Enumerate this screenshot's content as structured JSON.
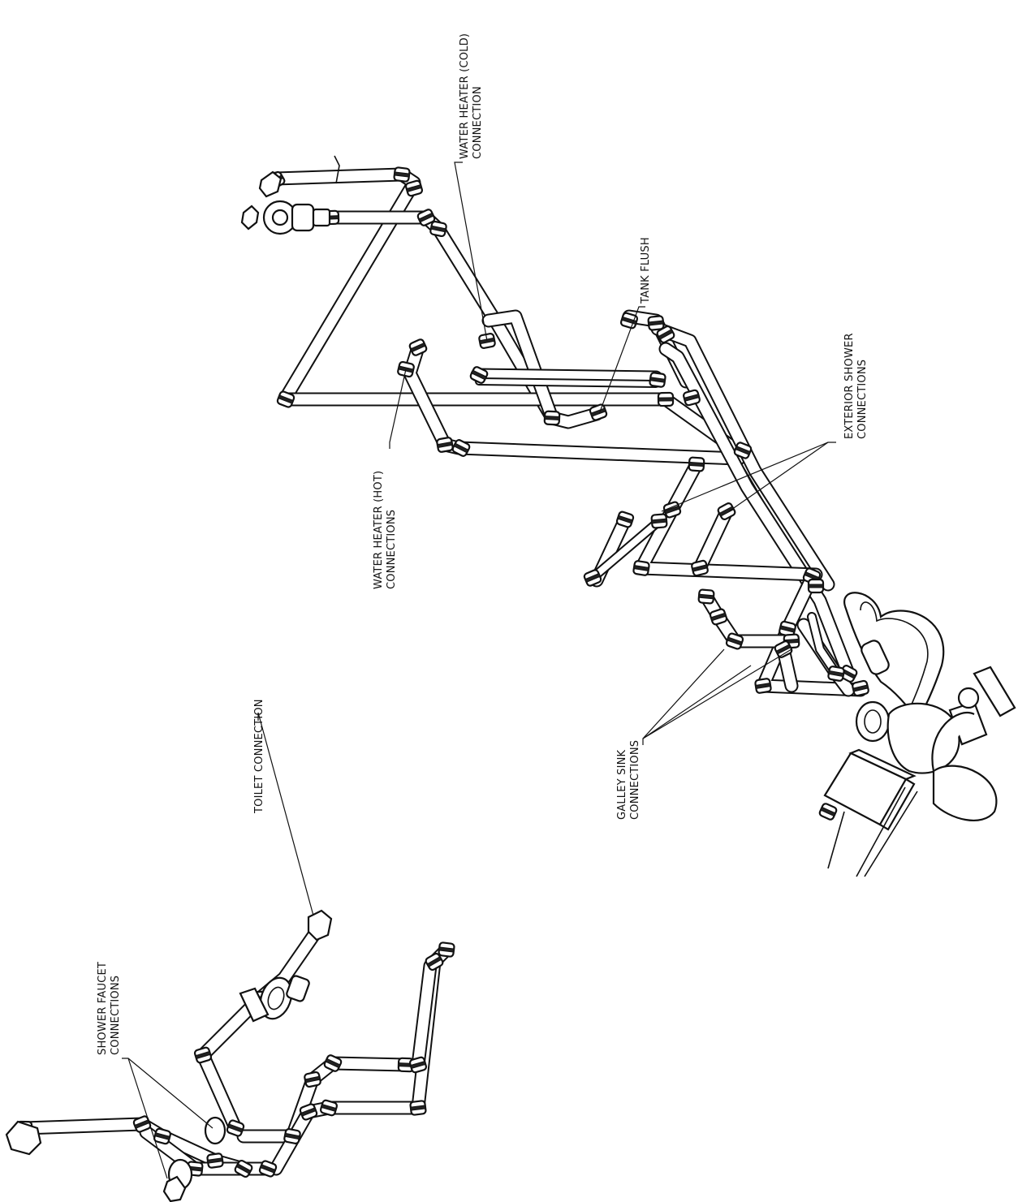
{
  "diagram": {
    "labels": {
      "water_heater_cold": [
        "WATER HEATER (COLD)",
        "CONNECTION"
      ],
      "tank_flush": [
        "TANK FLUSH"
      ],
      "exterior_shower": [
        "EXTERIOR SHOWER",
        "CONNECTIONS"
      ],
      "water_heater_hot": [
        "WATER HEATER (HOT)",
        "CONNECTIONS"
      ],
      "toilet": [
        "TOILET CONNECTION"
      ],
      "galley_sink": [
        "GALLEY SINK",
        "CONNECTIONS"
      ],
      "shower_faucet": [
        "SHOWER FAUCET",
        "CONNECTIONS"
      ]
    },
    "colors": {
      "line": "#111111",
      "background": "#ffffff"
    }
  }
}
